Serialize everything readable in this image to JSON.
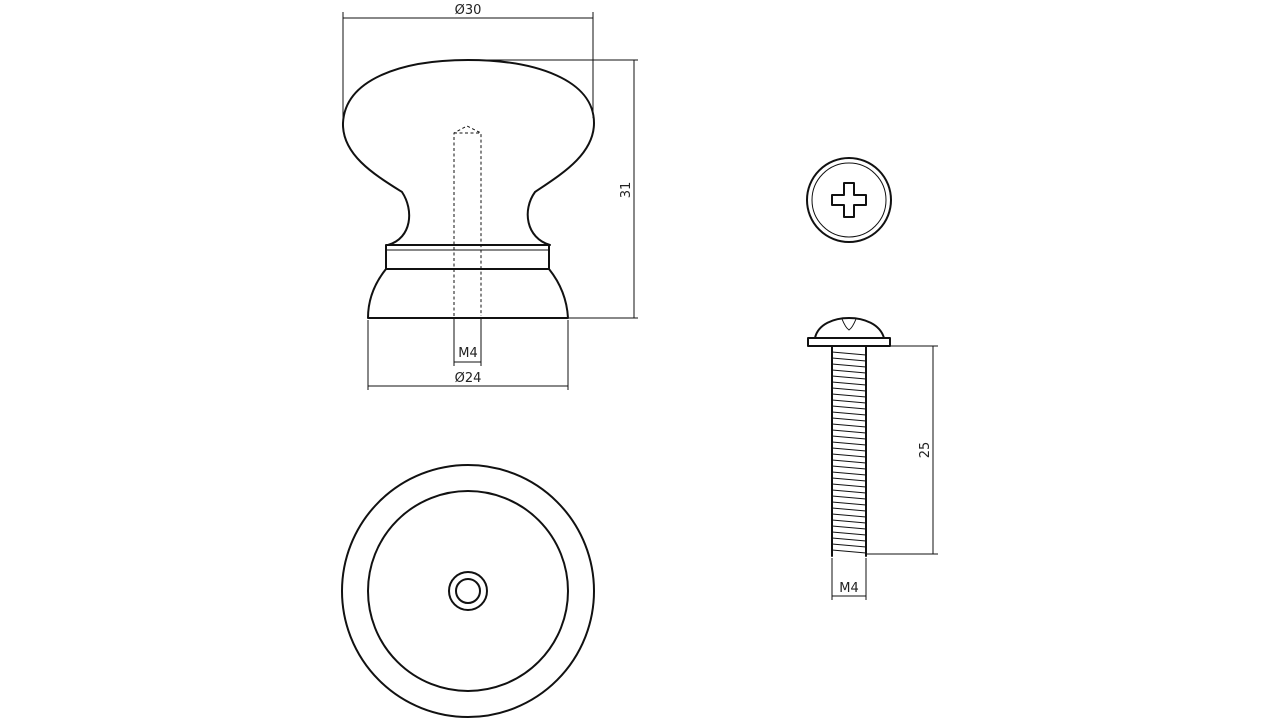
{
  "dimensions": {
    "knob_top_diameter": "Ø30",
    "knob_height": "31",
    "knob_thread": "M4",
    "knob_base_diameter": "Ø24",
    "screw_length": "25",
    "screw_thread": "M4"
  },
  "colors": {
    "line": "#111111",
    "background": "#ffffff"
  },
  "icons": {
    "screw_head_drive": "phillips-cross-icon"
  }
}
